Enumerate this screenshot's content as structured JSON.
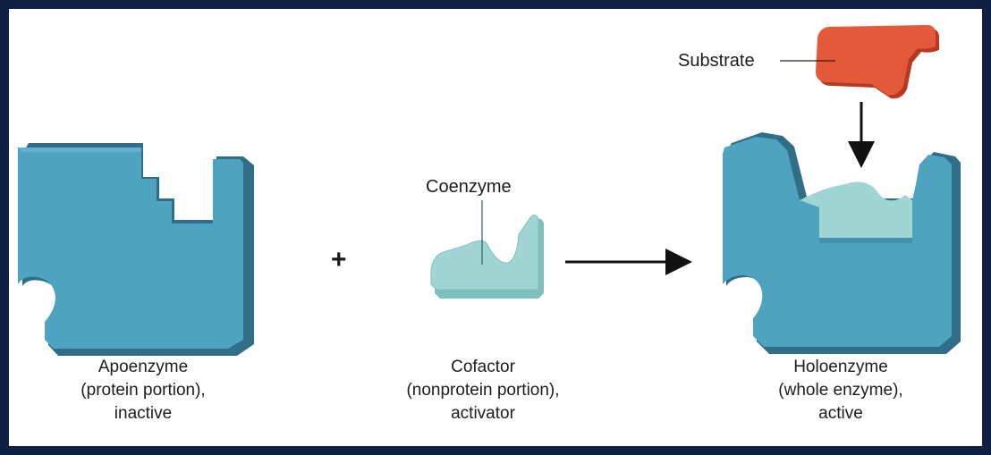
{
  "apoenzyme": {
    "line1": "Apoenzyme",
    "line2": "(protein portion),",
    "line3": "inactive"
  },
  "cofactor": {
    "line1": "Cofactor",
    "line2": "(nonprotein portion),",
    "line3": "activator",
    "coenzyme_label": "Coenzyme"
  },
  "holoenzyme": {
    "line1": "Holoenzyme",
    "line2": "(whole enzyme),",
    "line3": "active"
  },
  "substrate_label": "Substrate",
  "plus_sign": "+",
  "colors": {
    "enzyme": "#4ea3c0",
    "enzyme_dark": "#3a7f99",
    "cofactor": "#9fd5d3",
    "substrate": "#e5593b",
    "border": "#0f2043"
  }
}
